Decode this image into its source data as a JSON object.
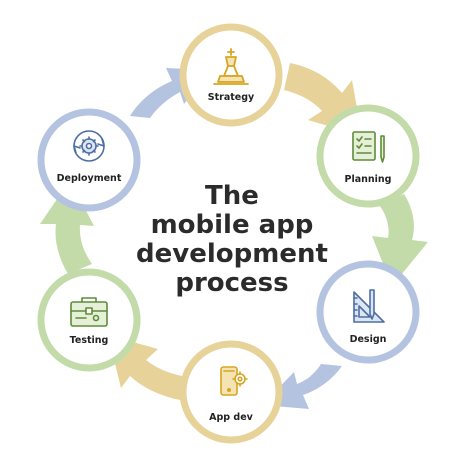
{
  "title": {
    "lines": [
      "The",
      "mobile app",
      "development",
      "process"
    ]
  },
  "stages": [
    {
      "label": "Strategy",
      "icon": "chess-knight-icon",
      "color": "#e7d39a",
      "icon_color": "#d9a521"
    },
    {
      "label": "Planning",
      "icon": "checklist-pencil-icon",
      "color": "#c3dba9",
      "icon_color": "#5e8c3a"
    },
    {
      "label": "Design",
      "icon": "set-square-pencil-icon",
      "color": "#b4c3e0",
      "icon_color": "#4d6ea5"
    },
    {
      "label": "App dev",
      "icon": "smartphone-gear-icon",
      "color": "#e7d39a",
      "icon_color": "#d9a521"
    },
    {
      "label": "Testing",
      "icon": "toolbox-icon",
      "color": "#c3dba9",
      "icon_color": "#5e8c3a"
    },
    {
      "label": "Deployment",
      "icon": "gear-cycle-icon",
      "color": "#b4c3e0",
      "icon_color": "#4d6ea5"
    }
  ]
}
